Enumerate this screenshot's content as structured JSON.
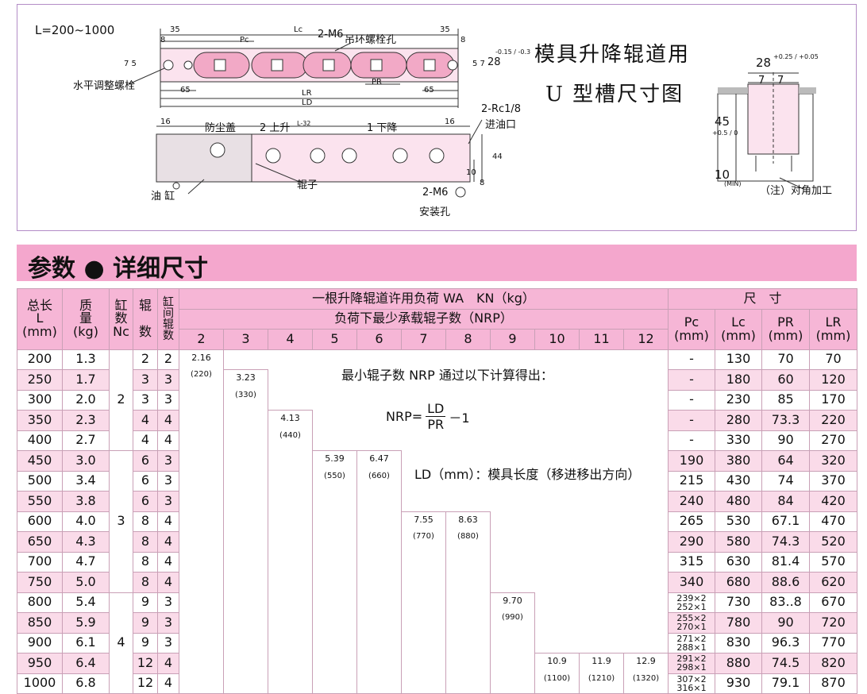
{
  "diagram": {
    "length_range": "L=200~1000",
    "dim_35_left": "35",
    "dim_35_right": "35",
    "dim_lc": "Lc",
    "dim_2m6_top": "2-M6",
    "dim_pc": "Pc",
    "lifting_hole": "吊环螺栓孔",
    "dim_8_left": "8",
    "dim_8_right": "8",
    "dim_7_5": "7 5",
    "dim_5_7": "5 7",
    "dim_28": "28",
    "dim_28_tol": "-0.15 / -0.3",
    "dim_pr": "PR",
    "dim_65_left": "65",
    "dim_65_right": "65",
    "dim_lr": "LR",
    "dim_ld": "LD",
    "level_screw": "水平调整螺栓",
    "title_line1": "模具升降辊道用",
    "title_line2": "U 型槽尺寸图",
    "dim_16_left": "16",
    "dim_16_right": "16",
    "dust_cover": "防尘盖",
    "up_label": "2 上升",
    "l32": "L-32",
    "down_label": "1 下降",
    "rc18": "2-Rc1/8",
    "oil_inlet": "进油口",
    "dim_44": "44",
    "dim_10": "10",
    "dim_8b": "8",
    "roller": "辊子",
    "cylinder": "油 缸",
    "dim_2m6_bottom": "2-M6",
    "mount_hole": "安装孔",
    "groove_28": "28",
    "groove_tol": "+0.25 / +0.05",
    "groove_7a": "7",
    "groove_7b": "7",
    "groove_45": "45",
    "groove_45_tol": "+0.5 / 0",
    "groove_10": "10",
    "groove_min": "(MIN)",
    "groove_note": "（注）对角加工"
  },
  "section": {
    "title": "参数  ●  详细尺寸"
  },
  "table": {
    "h_total": "总长",
    "h_L": "L",
    "h_mm": "(mm)",
    "h_mass": "质\n量",
    "h_kg": "(kg)",
    "h_cyl": "缸\n数",
    "h_nc": "Nc",
    "h_roller": "辊",
    "h_count": "数",
    "h_cyl_gap": "缸\n间\n辊\n数",
    "h_load": "一根升降辊道许用负荷 WA　KN（kg）",
    "h_min_rollers": "负荷下最少承载辊子数（NRP）",
    "roller_counts": [
      "2",
      "3",
      "4",
      "5",
      "6",
      "7",
      "8",
      "9",
      "10",
      "11",
      "12"
    ],
    "h_dims": "尺　寸",
    "h_pc": "Pc",
    "h_lc": "Lc",
    "h_pr": "PR",
    "h_lr": "LR",
    "note_line1": "最小辊子数 NRP 通过以下计算得出：",
    "formula_lhs": "NRP=",
    "formula_num": "LD",
    "formula_den": "PR",
    "formula_tail": "－1",
    "note_line2": "LD（mm）：模具长度（移进移出方向）",
    "loads": [
      {
        "kn": "2.16",
        "kg": "(220)"
      },
      {
        "kn": "3.23",
        "kg": "(330)"
      },
      {
        "kn": "4.13",
        "kg": "(440)"
      },
      {
        "kn": "5.39",
        "kg": "(550)"
      },
      {
        "kn": "6.47",
        "kg": "(660)"
      },
      {
        "kn": "7.55",
        "kg": "(770)"
      },
      {
        "kn": "8.63",
        "kg": "(880)"
      },
      {
        "kn": "9.70",
        "kg": "(990)"
      },
      {
        "kn": "10.9",
        "kg": "(1100)"
      },
      {
        "kn": "11.9",
        "kg": "(1210)"
      },
      {
        "kn": "12.9",
        "kg": "(1320)"
      }
    ],
    "nc_groups": [
      "2",
      "3",
      "4"
    ],
    "rows": [
      {
        "L": "200",
        "mass": "1.3",
        "rollers": "2",
        "gap": "2",
        "pc": "-",
        "lc": "130",
        "pr": "70",
        "lr": "70"
      },
      {
        "L": "250",
        "mass": "1.7",
        "rollers": "3",
        "gap": "3",
        "pc": "-",
        "lc": "180",
        "pr": "60",
        "lr": "120"
      },
      {
        "L": "300",
        "mass": "2.0",
        "rollers": "3",
        "gap": "3",
        "pc": "-",
        "lc": "230",
        "pr": "85",
        "lr": "170"
      },
      {
        "L": "350",
        "mass": "2.3",
        "rollers": "4",
        "gap": "4",
        "pc": "-",
        "lc": "280",
        "pr": "73.3",
        "lr": "220"
      },
      {
        "L": "400",
        "mass": "2.7",
        "rollers": "4",
        "gap": "4",
        "pc": "-",
        "lc": "330",
        "pr": "90",
        "lr": "270"
      },
      {
        "L": "450",
        "mass": "3.0",
        "rollers": "6",
        "gap": "3",
        "pc": "190",
        "lc": "380",
        "pr": "64",
        "lr": "320"
      },
      {
        "L": "500",
        "mass": "3.4",
        "rollers": "6",
        "gap": "3",
        "pc": "215",
        "lc": "430",
        "pr": "74",
        "lr": "370"
      },
      {
        "L": "550",
        "mass": "3.8",
        "rollers": "6",
        "gap": "3",
        "pc": "240",
        "lc": "480",
        "pr": "84",
        "lr": "420"
      },
      {
        "L": "600",
        "mass": "4.0",
        "rollers": "8",
        "gap": "4",
        "pc": "265",
        "lc": "530",
        "pr": "67.1",
        "lr": "470"
      },
      {
        "L": "650",
        "mass": "4.3",
        "rollers": "8",
        "gap": "4",
        "pc": "290",
        "lc": "580",
        "pr": "74.3",
        "lr": "520"
      },
      {
        "L": "700",
        "mass": "4.7",
        "rollers": "8",
        "gap": "4",
        "pc": "315",
        "lc": "630",
        "pr": "81.4",
        "lr": "570"
      },
      {
        "L": "750",
        "mass": "5.0",
        "rollers": "8",
        "gap": "4",
        "pc": "340",
        "lc": "680",
        "pr": "88.6",
        "lr": "620"
      },
      {
        "L": "800",
        "mass": "5.4",
        "rollers": "9",
        "gap": "3",
        "pc": "239×2",
        "pc2": "252×1",
        "lc": "730",
        "pr": "83..8",
        "lr": "670"
      },
      {
        "L": "850",
        "mass": "5.9",
        "rollers": "9",
        "gap": "3",
        "pc": "255×2",
        "pc2": "270×1",
        "lc": "780",
        "pr": "90",
        "lr": "720"
      },
      {
        "L": "900",
        "mass": "6.1",
        "rollers": "9",
        "gap": "3",
        "pc": "271×2",
        "pc2": "288×1",
        "lc": "830",
        "pr": "96.3",
        "lr": "770"
      },
      {
        "L": "950",
        "mass": "6.4",
        "rollers": "12",
        "gap": "4",
        "pc": "291×2",
        "pc2": "298×1",
        "lc": "880",
        "pr": "74.5",
        "lr": "820"
      },
      {
        "L": "1000",
        "mass": "6.8",
        "rollers": "12",
        "gap": "4",
        "pc": "307×2",
        "pc2": "316×1",
        "lc": "930",
        "pr": "79.1",
        "lr": "870"
      }
    ]
  }
}
